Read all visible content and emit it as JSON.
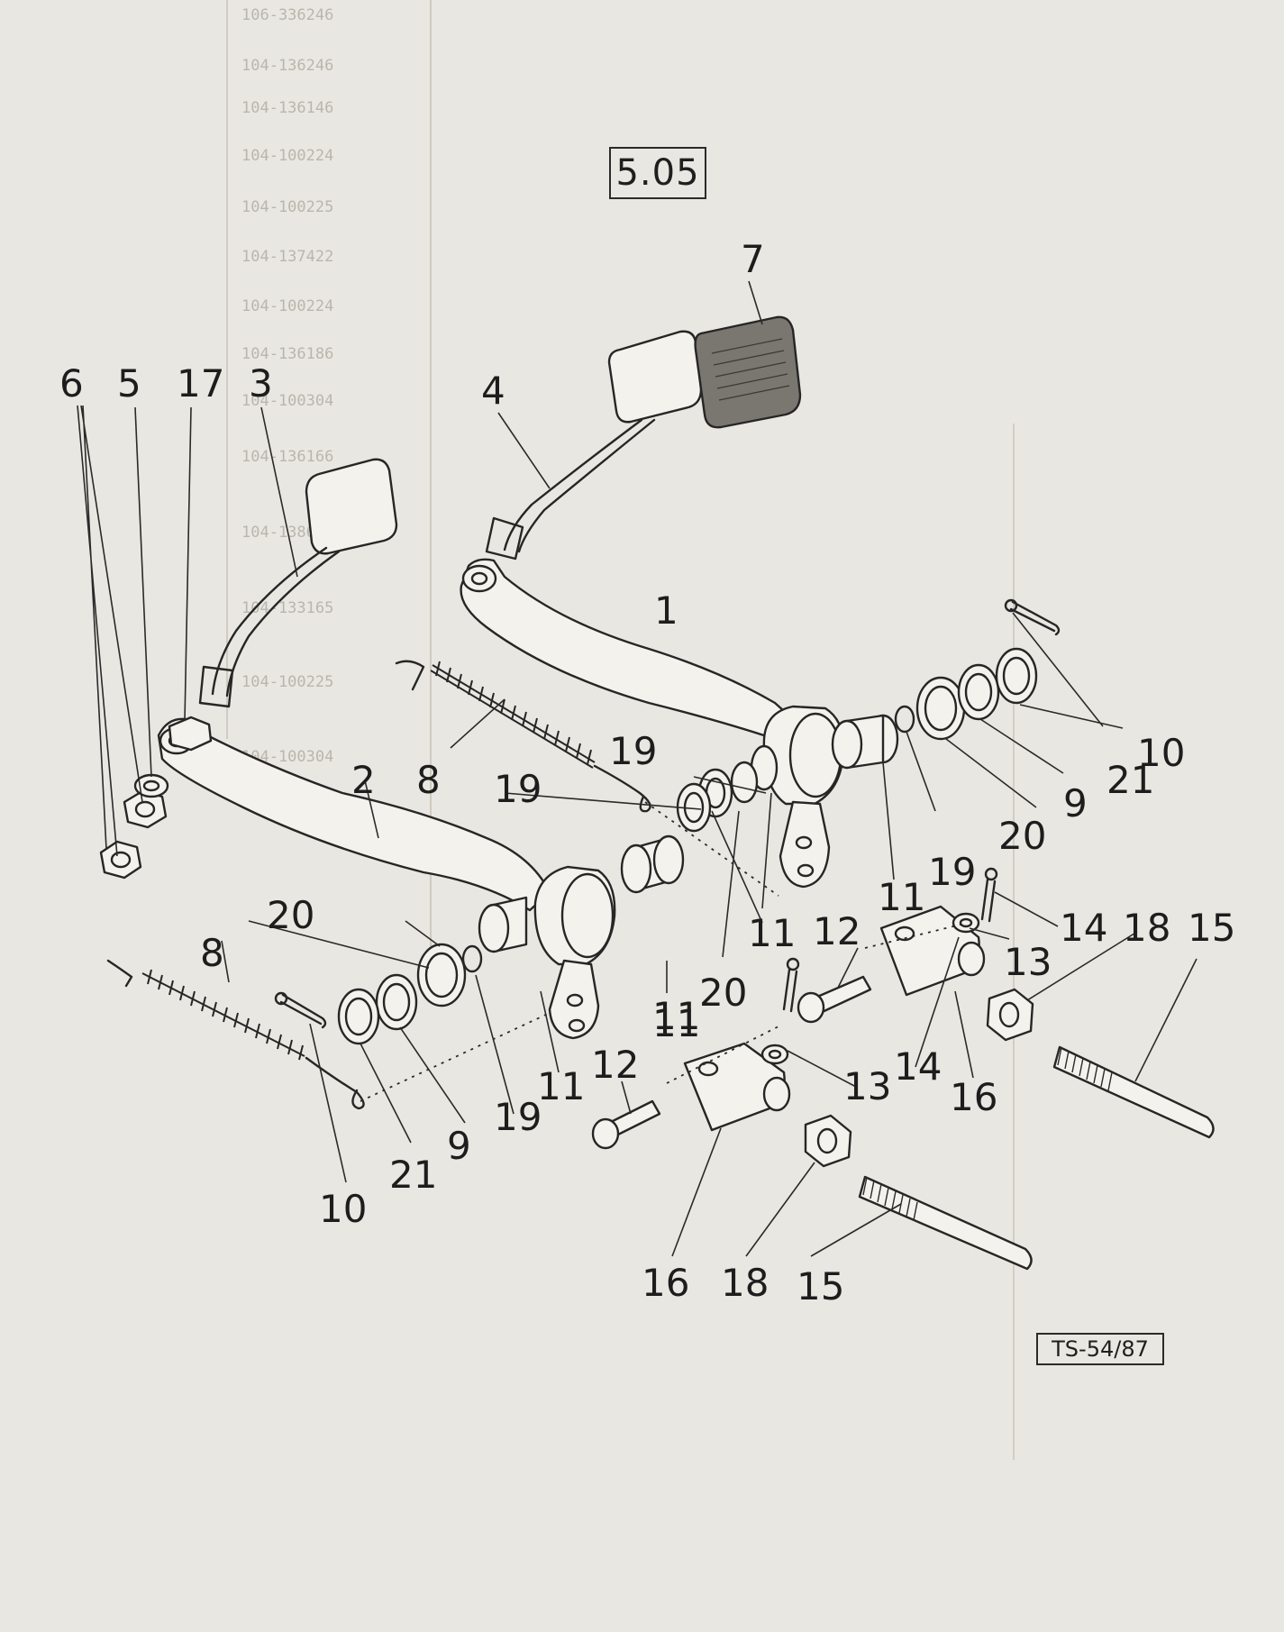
{
  "section_number": "5.05",
  "drawing_reference": "TS-54/87",
  "callouts": [
    {
      "id": "c6",
      "text": "6"
    },
    {
      "id": "c5",
      "text": "5"
    },
    {
      "id": "c17",
      "text": "17"
    },
    {
      "id": "c3",
      "text": "3"
    },
    {
      "id": "c4",
      "text": "4"
    },
    {
      "id": "c7",
      "text": "7"
    },
    {
      "id": "c1",
      "text": "1"
    },
    {
      "id": "c10a",
      "text": "10"
    },
    {
      "id": "c21a",
      "text": "21"
    },
    {
      "id": "c9a",
      "text": "9"
    },
    {
      "id": "c20a",
      "text": "20"
    },
    {
      "id": "c19a",
      "text": "19"
    },
    {
      "id": "c11a",
      "text": "11"
    },
    {
      "id": "c19b",
      "text": "19"
    },
    {
      "id": "c19c",
      "text": "19"
    },
    {
      "id": "c8a",
      "text": "8"
    },
    {
      "id": "c2",
      "text": "2"
    },
    {
      "id": "c11b",
      "text": "11"
    },
    {
      "id": "c20b",
      "text": "20"
    },
    {
      "id": "c11c",
      "text": "11"
    },
    {
      "id": "c14a",
      "text": "14"
    },
    {
      "id": "c18a",
      "text": "18"
    },
    {
      "id": "c15a",
      "text": "15"
    },
    {
      "id": "c12a",
      "text": "12"
    },
    {
      "id": "c13a",
      "text": "13"
    },
    {
      "id": "c20c",
      "text": "20"
    },
    {
      "id": "c8b",
      "text": "8"
    },
    {
      "id": "c11d",
      "text": "11"
    },
    {
      "id": "c16a",
      "text": "16"
    },
    {
      "id": "c14b",
      "text": "14"
    },
    {
      "id": "c13b",
      "text": "13"
    },
    {
      "id": "c12b",
      "text": "12"
    },
    {
      "id": "c11e",
      "text": "11"
    },
    {
      "id": "c19d",
      "text": "19"
    },
    {
      "id": "c9b",
      "text": "9"
    },
    {
      "id": "c21b",
      "text": "21"
    },
    {
      "id": "c10b",
      "text": "10"
    },
    {
      "id": "c16b",
      "text": "16"
    },
    {
      "id": "c18b",
      "text": "18"
    },
    {
      "id": "c15b",
      "text": "15"
    }
  ],
  "bleed_through_text": [
    "106-336246",
    "104-136246",
    "104-136146",
    "104-100224",
    "104-100225",
    "104-137422",
    "104-100224",
    "104-136186",
    "104-100304",
    "104-136166",
    "104-138666",
    "104-133165",
    "104-100225",
    "104-100304"
  ]
}
